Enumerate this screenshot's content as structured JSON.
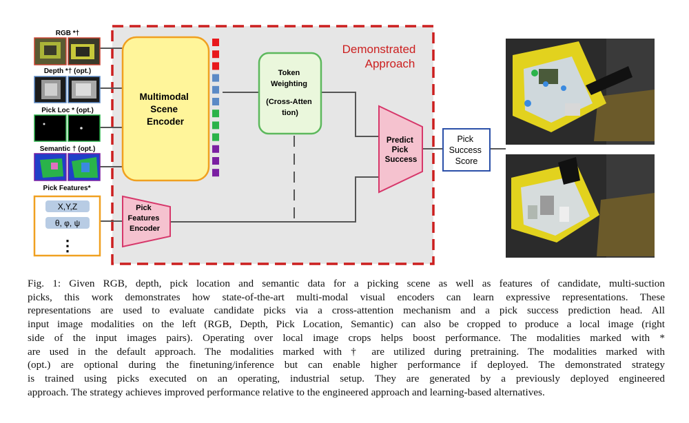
{
  "diagram": {
    "approach_title_line1": "Demonstrated",
    "approach_title_line2": "Approach",
    "inputs": {
      "rgb_label": "RGB *†",
      "depth_label": "Depth *† (opt.)",
      "pickloc_label": "Pick Loc * (opt.)",
      "semantic_label": "Semantic † (opt.)",
      "pick_features_label": "Pick Features*",
      "feature_xyz": "X,Y,Z",
      "feature_angles": "θ, φ, ψ",
      "feature_more": "⋮"
    },
    "scene_encoder": [
      "Multimodal",
      "Scene",
      "Encoder"
    ],
    "pick_features_encoder": [
      "Pick",
      "Features",
      "Encoder"
    ],
    "token_weighting": [
      "Token",
      "Weighting",
      "(Cross-Atten",
      "tion)"
    ],
    "predictor": [
      "Predict",
      "Pick",
      "Success"
    ],
    "output": [
      "Pick",
      "Success",
      "Score"
    ],
    "token_colors": [
      "#e8181c",
      "#e8181c",
      "#e8181c",
      "#5b8ac6",
      "#5b8ac6",
      "#5b8ac6",
      "#2ab34a",
      "#2ab34a",
      "#2ab34a",
      "#7a1fa2",
      "#7a1fa2",
      "#7a1fa2"
    ],
    "colors": {
      "dash_border": "#cc1f1f",
      "encoder_fill": "#fff59a",
      "encoder_border": "#f0a020",
      "token_fill": "#eaf7dc",
      "token_border": "#5cb85c",
      "pink_fill": "#f5c2cf",
      "pink_border": "#d6376a",
      "output_border": "#2a4fa8",
      "features_border": "#f0a020",
      "chip_fill": "#b8cce4"
    }
  },
  "caption": [
    "Fig. 1: Given RGB, depth, pick location and semantic data for a picking scene as well as features of candidate, multi-suction",
    "picks, this work demonstrates how state-of-the-art multi-modal visual encoders can learn expressive representations. These",
    "representations are used to evaluate candidate picks via a cross-attention mechanism and a pick success prediction head. All",
    "input image modalities on the left (RGB, Depth, Pick Location, Semantic) can also be cropped to produce a local image (right",
    "side of the input images pairs). Operating over local image crops helps boost performance. The modalities marked with *",
    "are used in the default approach. The modalities marked with † are utilized during pretraining. The modalities marked with",
    "(opt.) are optional during the finetuning/inference but can enable higher performance if deployed. The demonstrated strategy",
    "is trained using picks executed on an operating, industrial setup. They are generated by a previously deployed engineered",
    "approach. The strategy achieves improved performance relative to the engineered approach and learning-based alternatives."
  ]
}
